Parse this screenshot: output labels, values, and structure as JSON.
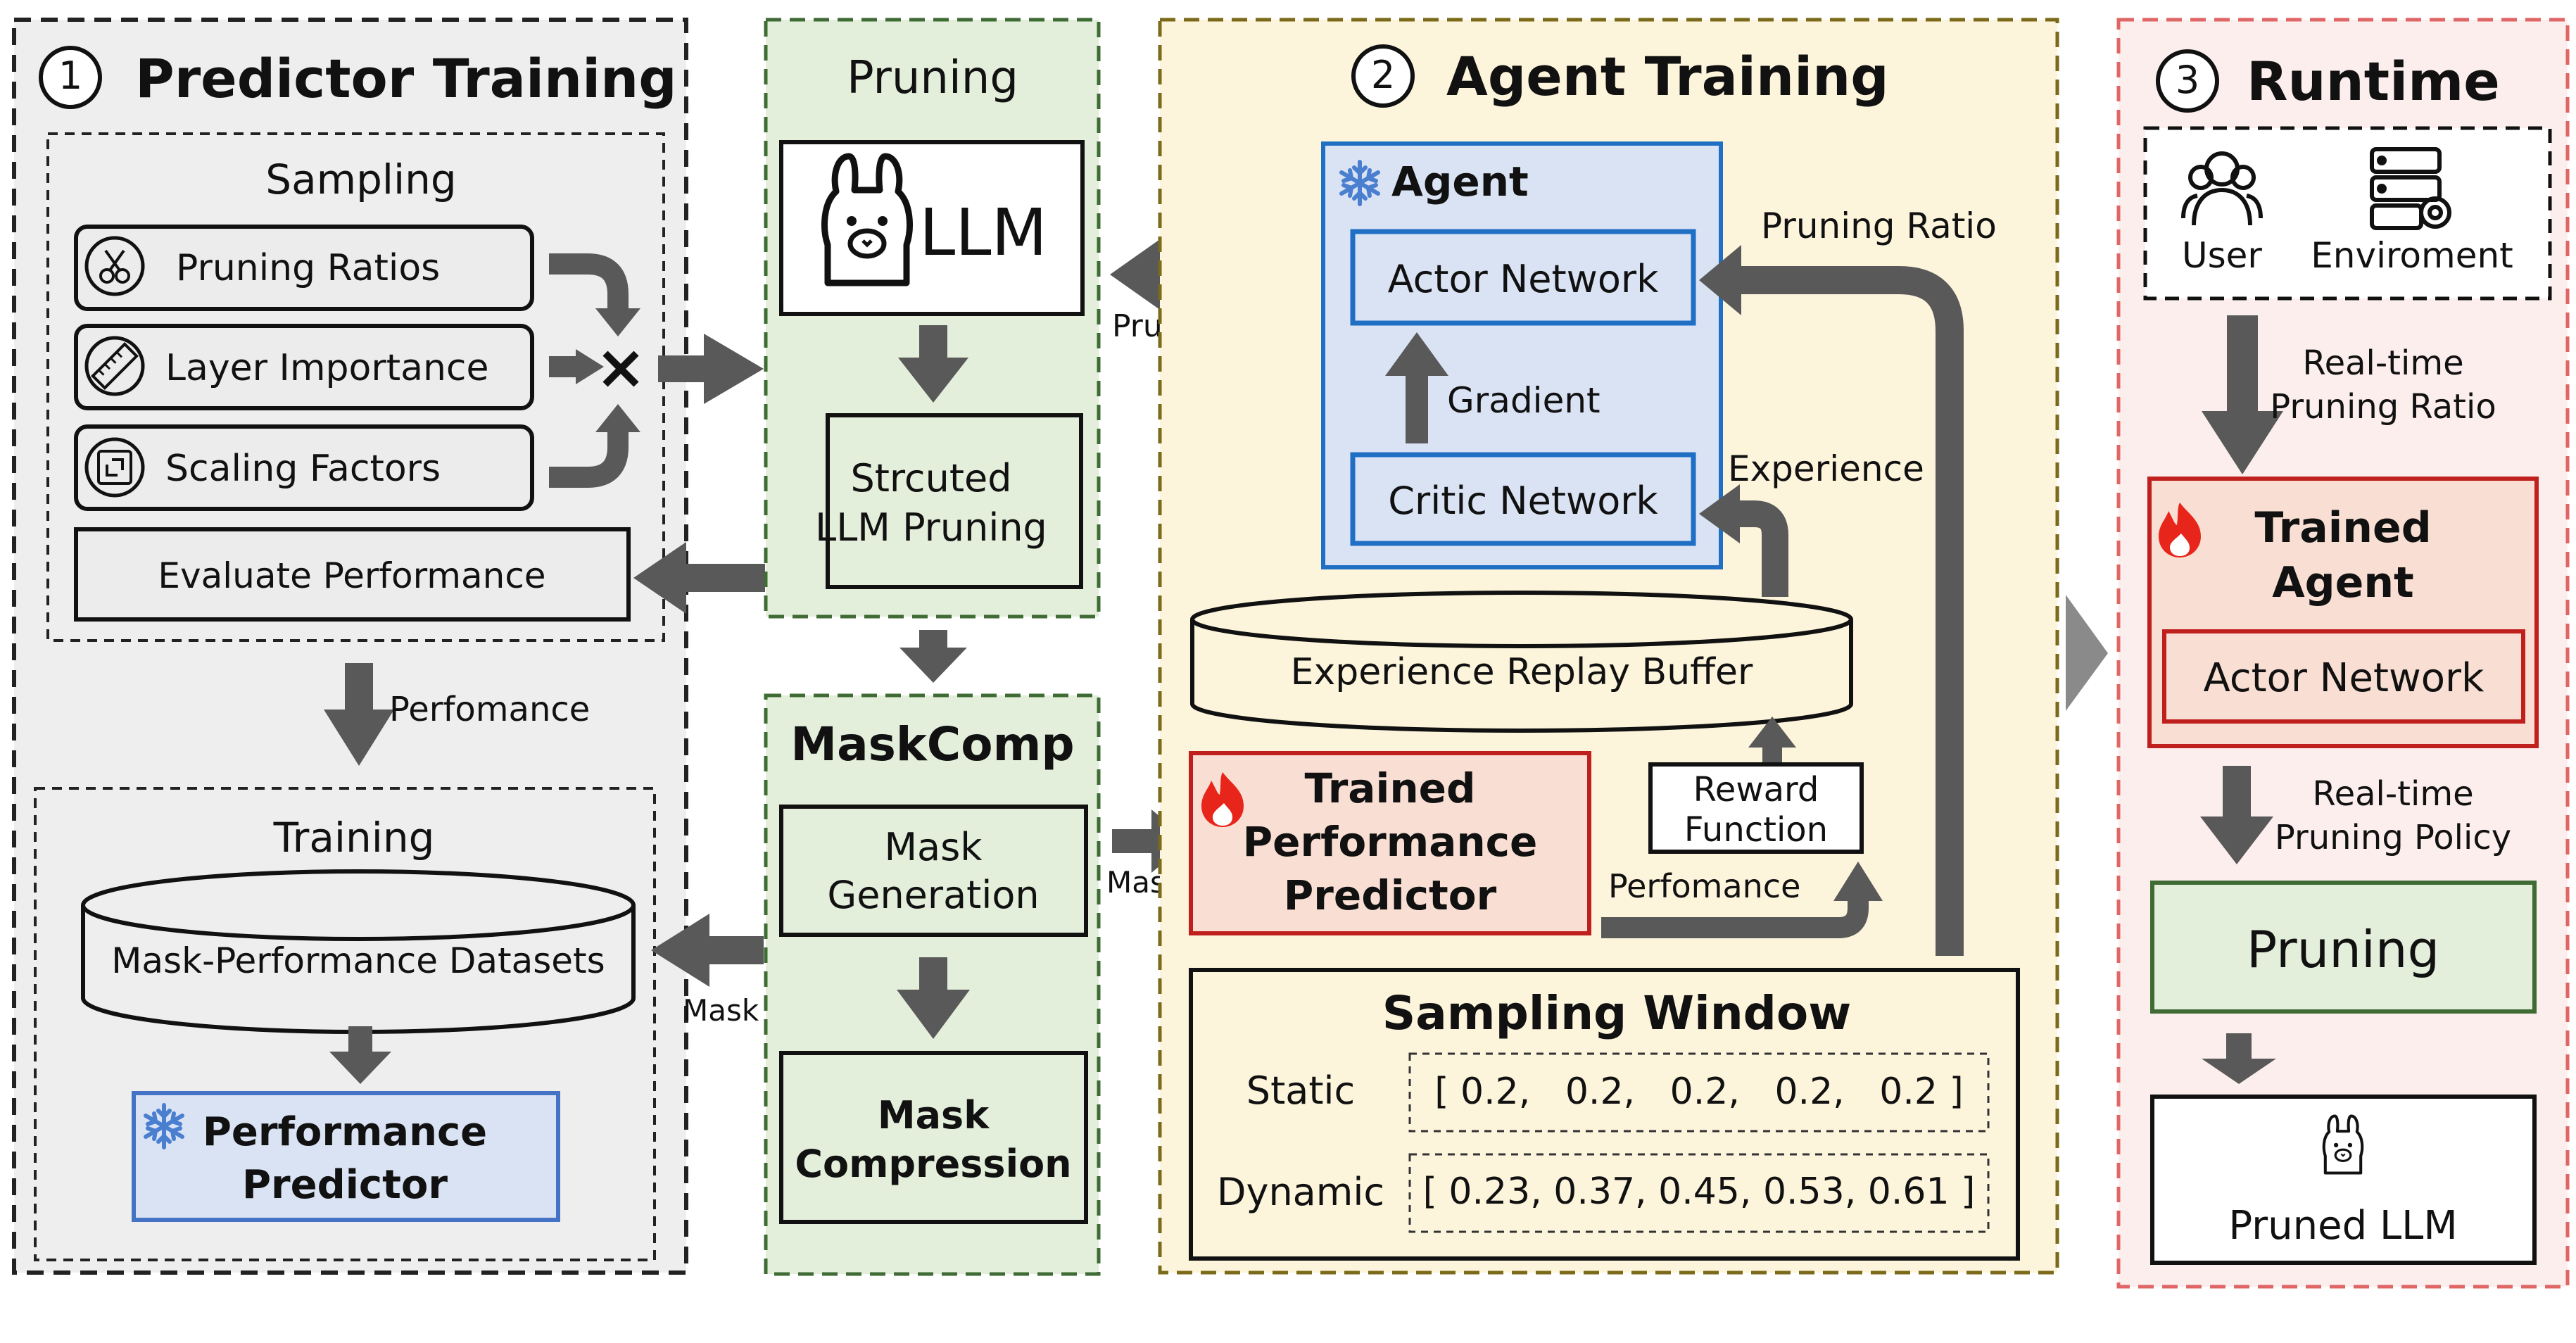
{
  "sections": {
    "predictor_training": {
      "number": "1",
      "title": "Predictor Training",
      "sampling": {
        "title": "Sampling",
        "items": [
          "Pruning Ratios",
          "Layer Importance",
          "Scaling Factors"
        ],
        "evaluate": "Evaluate Performance"
      },
      "performance_label": "Perfomance",
      "training": {
        "title": "Training",
        "dataset": "Mask-Performance Datasets",
        "predictor_line1": "Performance",
        "predictor_line2": "Predictor"
      },
      "mask_label": "Mask"
    },
    "pruning": {
      "title": "Pruning",
      "llm": "LLM",
      "structured_line1": "Strcuted",
      "structured_line2": "LLM Pruning"
    },
    "maskcomp": {
      "title": "MaskComp",
      "gen_line1": "Mask",
      "gen_line2": "Generation",
      "comp_line1": "Mask",
      "comp_line2": "Compression",
      "mask_out_label": "Mask"
    },
    "agent_training": {
      "number": "2",
      "title": "Agent Training",
      "agent_title": "Agent",
      "actor": "Actor Network",
      "critic": "Critic Network",
      "gradient": "Gradient",
      "pruning_policy": "Pruning Policy",
      "pruning_ratio": "Pruning Ratio",
      "experience": "Experience",
      "replay_buffer": "Experience Replay Buffer",
      "reward_line1": "Reward",
      "reward_line2": "Function",
      "tpp_line1": "Trained",
      "tpp_line2": "Performance",
      "tpp_line3": "Predictor",
      "perfomance": "Perfomance",
      "window": {
        "title": "Sampling Window",
        "static_label": "Static",
        "static_values": "[ 0.2,   0.2,   0.2,   0.2,   0.2 ]",
        "dynamic_label": "Dynamic",
        "dynamic_values": "[ 0.23, 0.37, 0.45, 0.53, 0.61 ]"
      }
    },
    "runtime": {
      "number": "3",
      "title": "Runtime",
      "user": "User",
      "environment": "Enviroment",
      "rt_ratio_line1": "Real-time",
      "rt_ratio_line2": "Pruning Ratio",
      "agent_line1": "Trained",
      "agent_line2": "Agent",
      "actor": "Actor Network",
      "rt_policy_line1": "Real-time",
      "rt_policy_line2": "Pruning Policy",
      "pruning": "Pruning",
      "pruned": "Pruned LLM"
    }
  },
  "colors": {
    "panel_gray": "#eeeeee",
    "panel_green": "#e3eedb",
    "panel_yellow": "#fdf4dc",
    "panel_pink": "#fdeeee",
    "agent_blue": "#dae3f4",
    "blue_border": "#1f6fc4",
    "red_border": "#c0201d",
    "salmon_fill": "#f9dfd3",
    "predictor_border": "#4472c4",
    "arrow": "#595959",
    "flame": "#e8251b"
  },
  "icons": [
    "scissors-icon",
    "ruler-icon",
    "scaling-icon",
    "multiply-icon",
    "llama-icon",
    "snowflake-icon",
    "flame-icon",
    "users-icon",
    "server-gear-icon"
  ]
}
